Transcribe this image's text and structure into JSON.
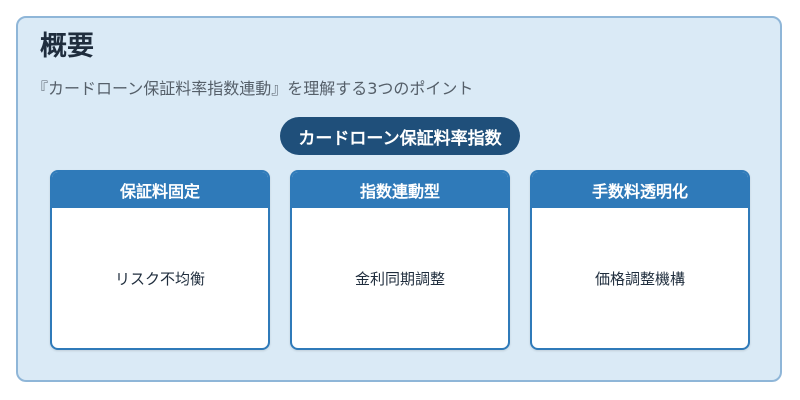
{
  "header": {
    "title": "概要",
    "subtitle": "『カードローン保証料率指数連動』を理解する3つのポイント"
  },
  "center": {
    "label": "カードローン保証料率指数"
  },
  "cards": [
    {
      "title": "保証料固定",
      "body": "リスク不均衡"
    },
    {
      "title": "指数連動型",
      "body": "金利同期調整"
    },
    {
      "title": "手数料透明化",
      "body": "価格調整機構"
    }
  ],
  "colors": {
    "background": "#daeaf6",
    "border": "#8fb6d8",
    "pill": "#1f4f7a",
    "card_header": "#2f7ab9"
  }
}
